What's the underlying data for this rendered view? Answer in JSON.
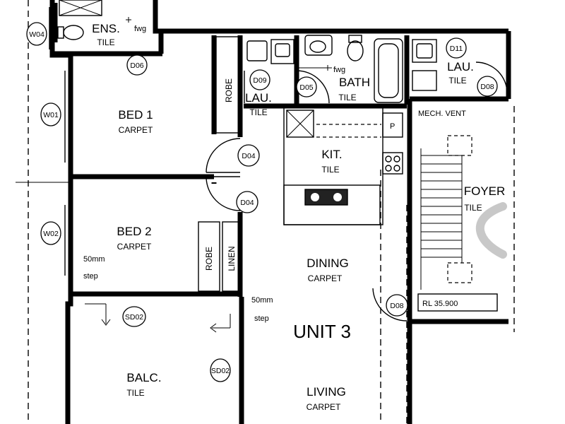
{
  "title": "UNIT 3",
  "rooms": {
    "ens": {
      "name": "ENS.",
      "finish": "TILE"
    },
    "bed1": {
      "name": "BED 1",
      "finish": "CARPET"
    },
    "bed2": {
      "name": "BED 2",
      "finish": "CARPET"
    },
    "robe1": {
      "name": "ROBE"
    },
    "robe2": {
      "name": "ROBE"
    },
    "linen": {
      "name": "LINEN"
    },
    "lau1": {
      "name": "LAU.",
      "finish": "TILE"
    },
    "bath": {
      "name": "BATH",
      "finish": "TILE"
    },
    "lau2": {
      "name": "LAU.",
      "finish": "TILE"
    },
    "kit": {
      "name": "KIT.",
      "finish": "TILE"
    },
    "foyer": {
      "name": "FOYER",
      "finish": "TILE"
    },
    "dining": {
      "name": "DINING",
      "finish": "CARPET"
    },
    "balc": {
      "name": "BALC.",
      "finish": "TILE"
    },
    "living": {
      "name": "LIVING",
      "finish": "CARPET"
    }
  },
  "tags": {
    "w04": "W04",
    "w01": "W01",
    "w02": "W02",
    "d06": "D06",
    "d09": "D09",
    "d05": "D05",
    "d11": "D11",
    "d08a": "D08",
    "d04a": "D04",
    "d04b": "D04",
    "d08b": "D08",
    "sd02a": "SD02",
    "sd02b": "SD02"
  },
  "notes": {
    "fwg1": "fwg",
    "fwg2": "fwg",
    "mech_vent": "MECH. VENT",
    "pantry": "P",
    "rl": "RL 35.900",
    "step_left_1": "50mm",
    "step_left_2": "step",
    "step_right_1": "50mm",
    "step_right_2": "step"
  }
}
